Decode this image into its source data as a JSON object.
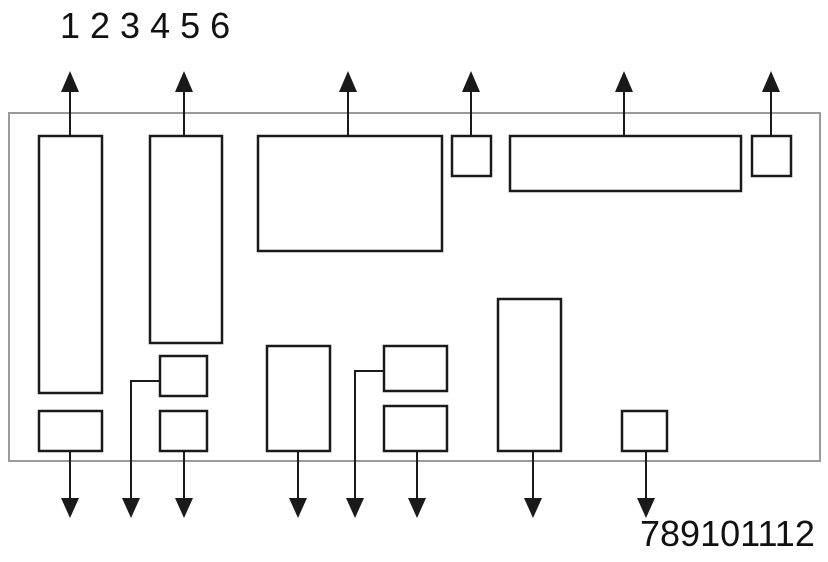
{
  "labels": {
    "top": "1 2 3 4 5 6",
    "bottom": "789101112"
  },
  "colors": {
    "stroke": "#1a1a1a",
    "board": "#9a9a9a",
    "background": "#ffffff"
  },
  "components": {
    "top_row": [
      "component-1",
      "component-2",
      "component-3",
      "component-4",
      "component-5",
      "component-6"
    ],
    "bottom_row": [
      "component-7",
      "component-8",
      "component-9",
      "component-10",
      "component-11",
      "component-12"
    ]
  },
  "arrows": {
    "top": "up-arrow-icon",
    "bottom": "down-arrow-icon"
  }
}
